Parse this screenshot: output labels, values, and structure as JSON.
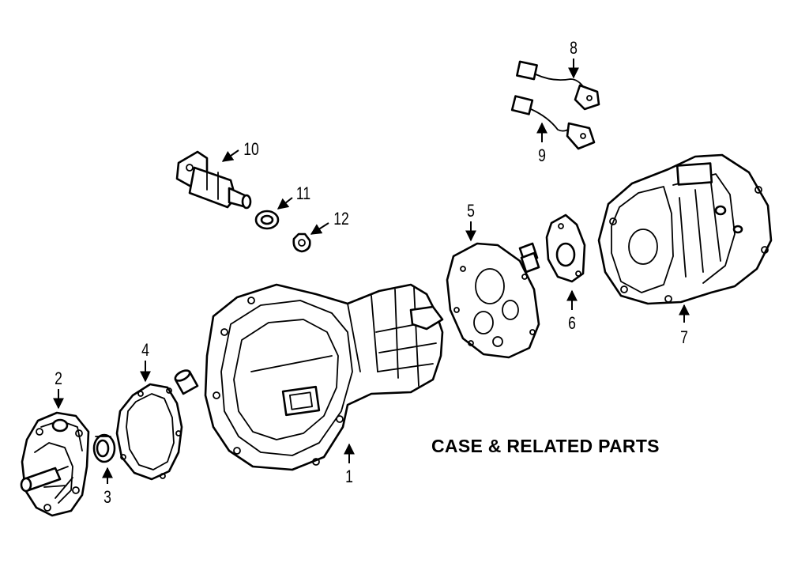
{
  "diagram": {
    "title": "CASE & RELATED PARTS",
    "callouts": [
      {
        "id": "1",
        "label": "1"
      },
      {
        "id": "2",
        "label": "2"
      },
      {
        "id": "3",
        "label": "3"
      },
      {
        "id": "4",
        "label": "4"
      },
      {
        "id": "5",
        "label": "5"
      },
      {
        "id": "6",
        "label": "6"
      },
      {
        "id": "7",
        "label": "7"
      },
      {
        "id": "8",
        "label": "8"
      },
      {
        "id": "9",
        "label": "9"
      },
      {
        "id": "10",
        "label": "10"
      },
      {
        "id": "11",
        "label": "11"
      },
      {
        "id": "12",
        "label": "12"
      }
    ]
  }
}
